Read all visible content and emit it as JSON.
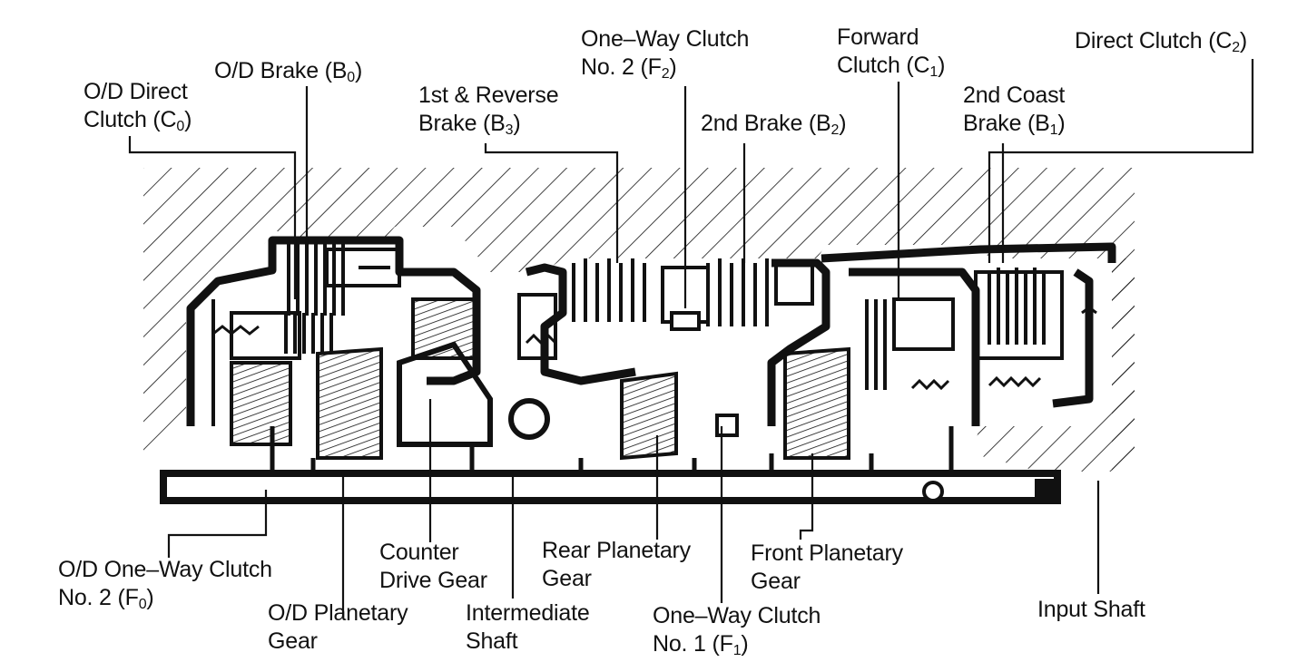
{
  "labels": {
    "od_direct_clutch": {
      "line1": "O/D Direct",
      "line2_pre": "Clutch (C",
      "line2_sub": "0",
      "line2_post": ")"
    },
    "od_brake": {
      "line1_pre": "O/D Brake (B",
      "line1_sub": "0",
      "line1_post": ")"
    },
    "first_reverse_brake": {
      "line1": "1st & Reverse",
      "line2_pre": "Brake (B",
      "line2_sub": "3",
      "line2_post": ")"
    },
    "one_way_clutch_2": {
      "line1": "One–Way Clutch",
      "line2_pre": "No. 2 (F",
      "line2_sub": "2",
      "line2_post": ")"
    },
    "second_brake": {
      "line1_pre": "2nd Brake (B",
      "line1_sub": "2",
      "line1_post": ")"
    },
    "forward_clutch": {
      "line1": "Forward",
      "line2_pre": "Clutch (C",
      "line2_sub": "1",
      "line2_post": ")"
    },
    "direct_clutch": {
      "line1_pre": "Direct Clutch (C",
      "line1_sub": "2",
      "line1_post": ")"
    },
    "second_coast_brake": {
      "line1": "2nd Coast",
      "line2_pre": "Brake (B",
      "line2_sub": "1",
      "line2_post": ")"
    },
    "od_one_way_clutch": {
      "line1": "O/D One–Way Clutch",
      "line2_pre": "No. 2 (F",
      "line2_sub": "0",
      "line2_post": ")"
    },
    "od_planetary_gear": {
      "line1": "O/D Planetary",
      "line2": "Gear"
    },
    "counter_drive_gear": {
      "line1": "Counter",
      "line2": "Drive Gear"
    },
    "intermediate_shaft": {
      "line1": "Intermediate",
      "line2": "Shaft"
    },
    "rear_planetary_gear": {
      "line1": "Rear Planetary",
      "line2": "Gear"
    },
    "one_way_clutch_1": {
      "line1": "One–Way Clutch",
      "line2_pre": "No. 1 (F",
      "line2_sub": "1",
      "line2_post": ")"
    },
    "front_planetary_gear": {
      "line1": "Front Planetary",
      "line2": "Gear"
    },
    "input_shaft": {
      "line1": "Input Shaft"
    }
  },
  "colors": {
    "ink": "#111111",
    "paper": "#ffffff"
  }
}
